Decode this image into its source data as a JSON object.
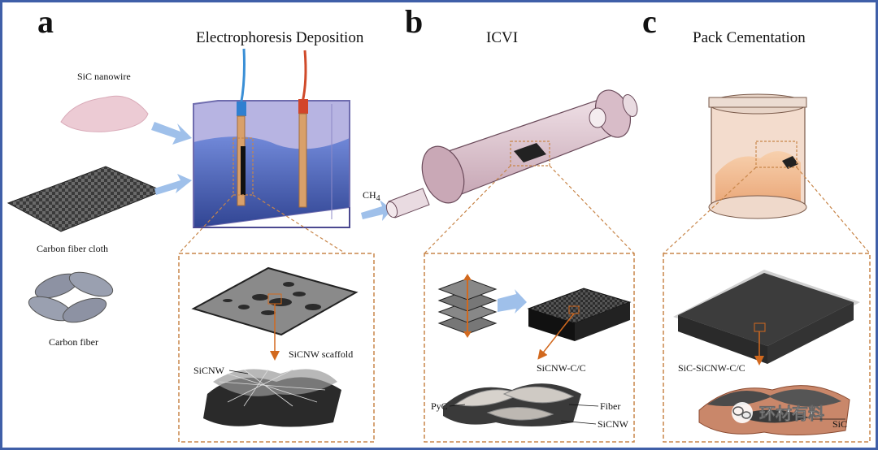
{
  "panels": {
    "a": {
      "letter": "a",
      "title": "Electrophoresis Deposition",
      "labels": {
        "sic_nanowire": "SiC nanowire",
        "carbon_fiber_cloth": "Carbon fiber cloth",
        "carbon_fiber": "Carbon fiber",
        "scaffold": "SiCNW scaffold",
        "sicnw": "SiCNW"
      }
    },
    "b": {
      "letter": "b",
      "title": "ICVI",
      "labels": {
        "gas": "CH",
        "gas_sub": "4",
        "composite": "SiCNW-C/C",
        "pyc": "PyC",
        "fiber": "Fiber",
        "sicnw": "SiCNW"
      }
    },
    "c": {
      "letter": "c",
      "title": "Pack Cementation",
      "labels": {
        "composite": "SiC-SiCNW-C/C",
        "sic": "SiC"
      }
    }
  },
  "watermark": {
    "text": "环材有料"
  },
  "colors": {
    "frame": "#3f5fa8",
    "dashed_box": "#c8864a",
    "arrow": "#8fb3e6",
    "orange_arrow": "#d2691e",
    "water": "#3b5bb5",
    "tank": "#8a87c9",
    "tube": "#d8bcc8",
    "powder": "#f2b98a"
  }
}
